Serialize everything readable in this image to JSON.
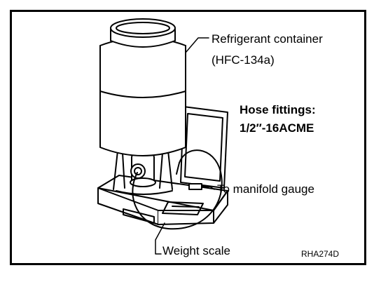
{
  "labels": {
    "container_line1": "Refrigerant container",
    "container_line2": "(HFC-134a)",
    "hose_line1": "Hose fittings:",
    "hose_line2": "1/2″-16ACME",
    "manifold": "To manifold gauge",
    "scale": "Weight scale",
    "code": "RHA274D"
  }
}
